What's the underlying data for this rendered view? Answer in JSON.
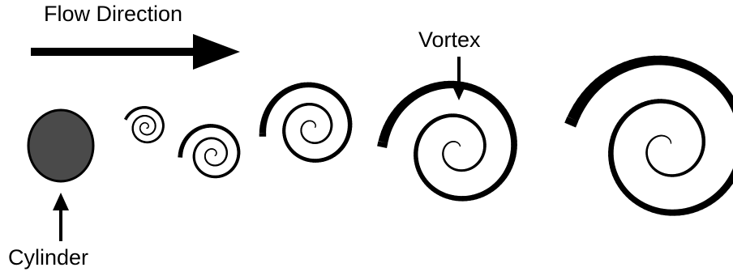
{
  "labels": {
    "flow_direction": "Flow Direction",
    "vortex": "Vortex",
    "cylinder": "Cylinder"
  },
  "colors": {
    "ink": "#000000",
    "cylinder_fill": "#4a4a4a",
    "background": "#ffffff"
  }
}
